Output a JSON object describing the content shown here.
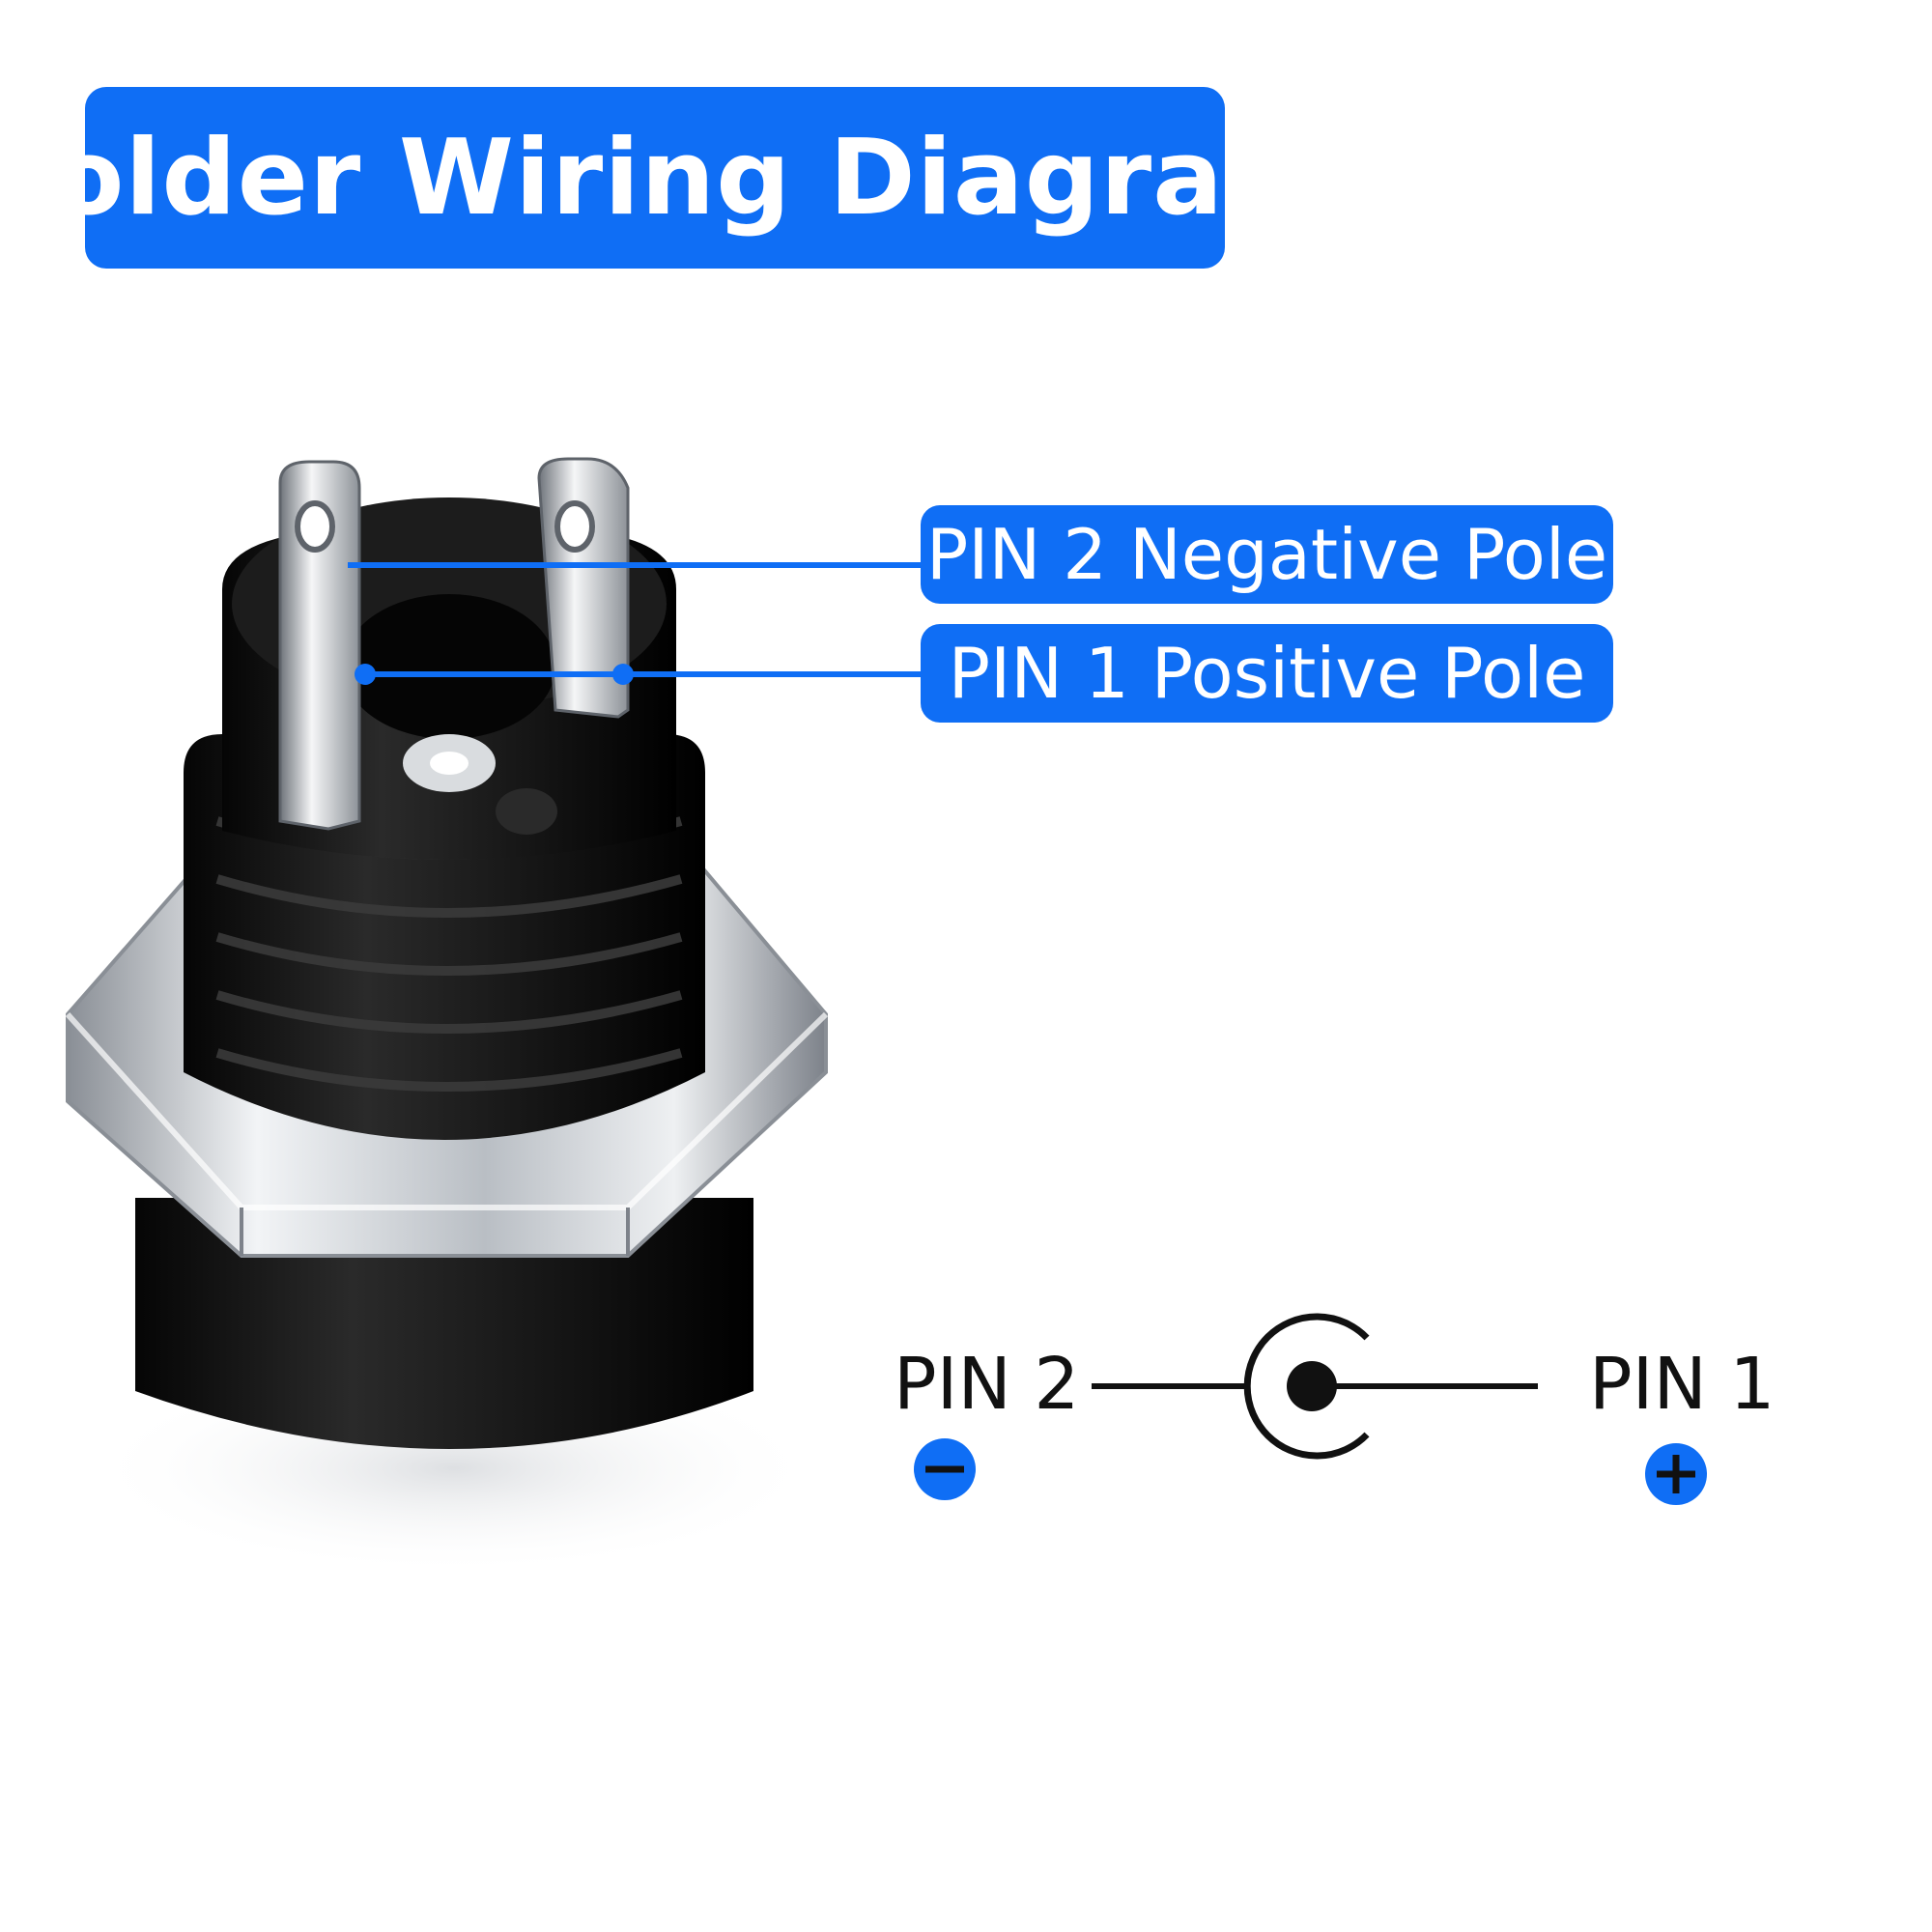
{
  "title": "Solder Wiring Diagram",
  "labels": {
    "pin2_desc": "PIN 2 Negative Pole",
    "pin1_desc": "PIN 1  Positive Pole"
  },
  "symbol": {
    "left_label": "PIN 2",
    "right_label": "PIN 1",
    "left_sign": "−",
    "right_sign": "+"
  },
  "colors": {
    "accent": "#0f6ef5",
    "text_dark": "#111111",
    "jack_body": "#111111",
    "metal": "#c8ccd1"
  }
}
